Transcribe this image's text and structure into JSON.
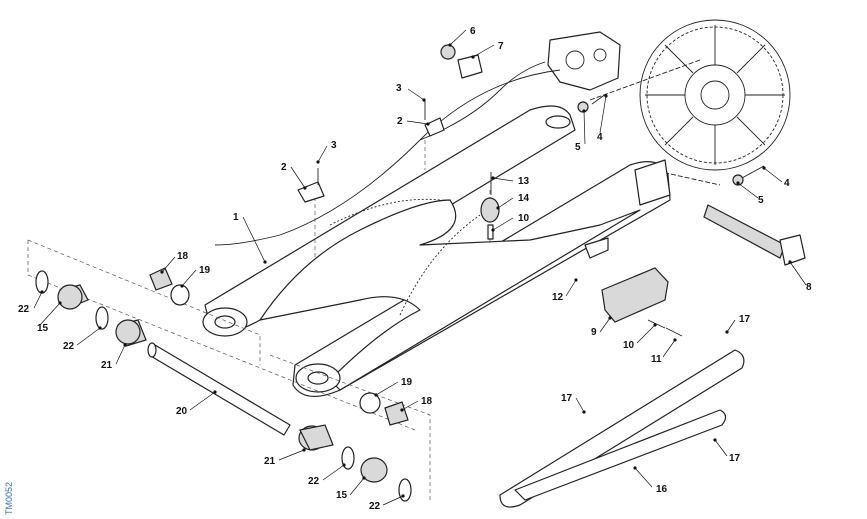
{
  "diagram": {
    "reference_code": "TM0052",
    "callouts": [
      {
        "id": "c1",
        "label": "1"
      },
      {
        "id": "c2a",
        "label": "2"
      },
      {
        "id": "c2b",
        "label": "2"
      },
      {
        "id": "c3a",
        "label": "3"
      },
      {
        "id": "c3b",
        "label": "3"
      },
      {
        "id": "c4a",
        "label": "4"
      },
      {
        "id": "c4b",
        "label": "4"
      },
      {
        "id": "c5a",
        "label": "5"
      },
      {
        "id": "c5b",
        "label": "5"
      },
      {
        "id": "c6",
        "label": "6"
      },
      {
        "id": "c7",
        "label": "7"
      },
      {
        "id": "c8",
        "label": "8"
      },
      {
        "id": "c9",
        "label": "9"
      },
      {
        "id": "c10a",
        "label": "10"
      },
      {
        "id": "c10b",
        "label": "10"
      },
      {
        "id": "c11",
        "label": "11"
      },
      {
        "id": "c12",
        "label": "12"
      },
      {
        "id": "c13",
        "label": "13"
      },
      {
        "id": "c14",
        "label": "14"
      },
      {
        "id": "c15a",
        "label": "15"
      },
      {
        "id": "c15b",
        "label": "15"
      },
      {
        "id": "c16",
        "label": "16"
      },
      {
        "id": "c17a",
        "label": "17"
      },
      {
        "id": "c17b",
        "label": "17"
      },
      {
        "id": "c17c",
        "label": "17"
      },
      {
        "id": "c18a",
        "label": "18"
      },
      {
        "id": "c18b",
        "label": "18"
      },
      {
        "id": "c19a",
        "label": "19"
      },
      {
        "id": "c19b",
        "label": "19"
      },
      {
        "id": "c20",
        "label": "20"
      },
      {
        "id": "c21a",
        "label": "21"
      },
      {
        "id": "c21b",
        "label": "21"
      },
      {
        "id": "c22a",
        "label": "22"
      },
      {
        "id": "c22b",
        "label": "22"
      },
      {
        "id": "c22c",
        "label": "22"
      },
      {
        "id": "c22d",
        "label": "22"
      }
    ]
  }
}
